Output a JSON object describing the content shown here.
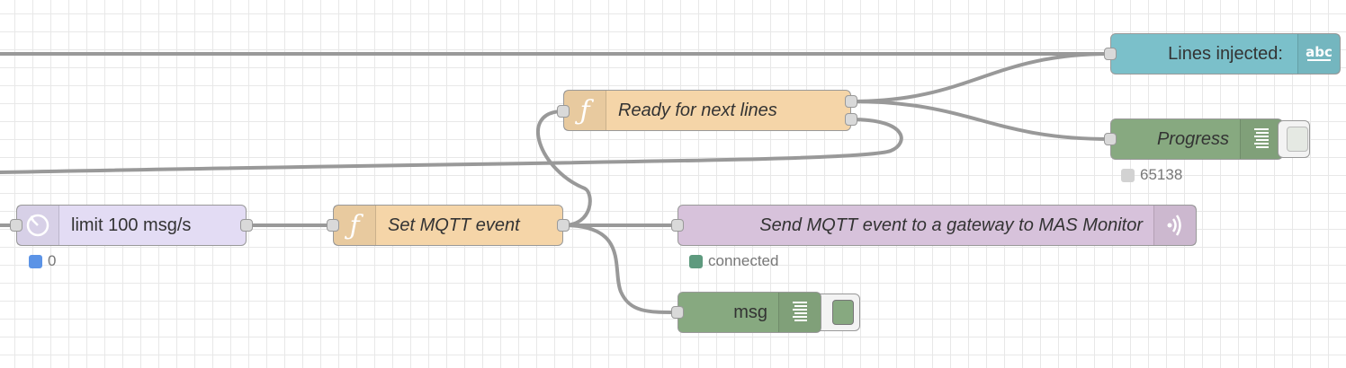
{
  "colors": {
    "function": "#f5d5a8",
    "delay": "#e3dcf4",
    "debug": "#87a980",
    "mqtt": "#d7c2db",
    "text": "#7bc0ca",
    "status_blue": "#5b93e6",
    "status_green": "#5e9a7e",
    "status_grey": "#d2d2d2",
    "wire": "#999999"
  },
  "nodes": {
    "lines_injected": {
      "label": "Lines injected:",
      "icon": "abc-text-icon",
      "italic": false
    },
    "ready_next": {
      "label": "Ready for next lines",
      "icon": "function-icon",
      "italic": true
    },
    "progress": {
      "label": "Progress",
      "icon": "debug-list-icon",
      "italic": true,
      "status": "65138"
    },
    "limit": {
      "label": "limit 100 msg/s",
      "icon": "timer-icon",
      "italic": false,
      "status": "0"
    },
    "set_mqtt": {
      "label": "Set MQTT event",
      "icon": "function-icon",
      "italic": true
    },
    "send_mqtt": {
      "label": "Send MQTT event to a gateway to MAS Monitor",
      "icon": "wireless-icon",
      "italic": true,
      "status": "connected"
    },
    "msg": {
      "label": "msg",
      "icon": "debug-list-icon",
      "italic": false
    }
  }
}
